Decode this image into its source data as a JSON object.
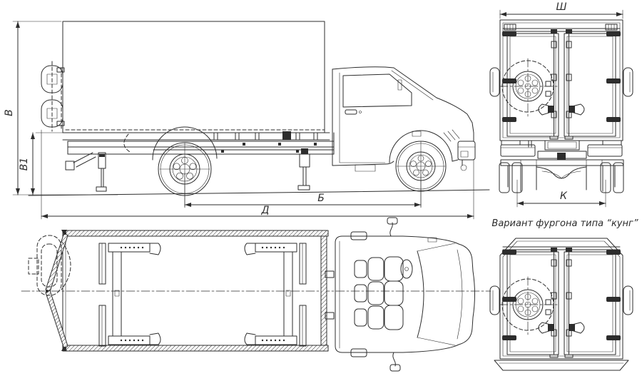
{
  "drawing": {
    "caption": "Вариант фургона типа “кунг”",
    "dimensions": {
      "overall_height": "В",
      "platform_height": "В1",
      "wheelbase": "Б",
      "overall_length": "Д",
      "overall_width": "Ш",
      "rear_track": "К"
    },
    "colors": {
      "line": "#2d2d2d",
      "background": "#ffffff"
    }
  }
}
